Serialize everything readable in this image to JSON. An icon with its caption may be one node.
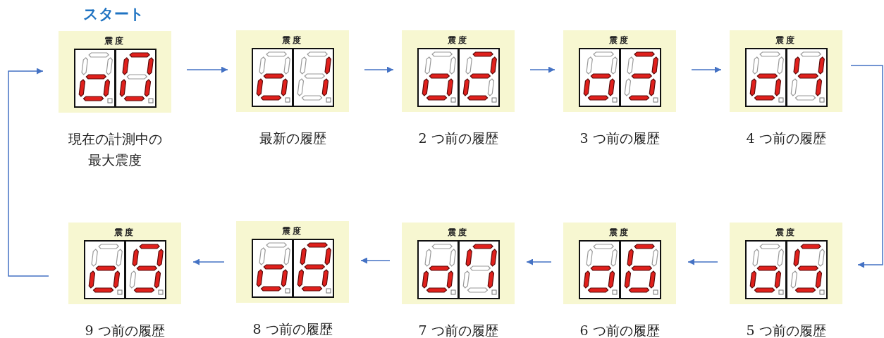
{
  "diagram": {
    "nodes": [
      {
        "text": [
          "震度"
        ],
        "beside": [
          "現在の計測中の最大震度"
        ]
      },
      {
        "text": [
          "震度"
        ],
        "beside": [
          "最新の履歴"
        ]
      },
      {
        "text": [
          "震度"
        ],
        "beside": [
          "2 つ前の履歴"
        ]
      },
      {
        "text": [
          "震度"
        ],
        "beside": [
          "3 つ前の履歴"
        ]
      },
      {
        "text": [
          "震度"
        ],
        "beside": [
          "4 つ前の履歴"
        ]
      },
      {
        "text": [
          "震度"
        ],
        "beside": [
          "5 つ前の履歴"
        ]
      },
      {
        "text": [
          "震度"
        ],
        "beside": [
          "6 つ前の履歴"
        ]
      },
      {
        "text": [
          "震度"
        ],
        "beside": [
          "7 つ前の履歴"
        ]
      },
      {
        "text": [
          "震度"
        ],
        "beside": [
          "8 つ前の履歴"
        ]
      },
      {
        "text": [
          "震度"
        ],
        "beside": [
          "9 つ前の履歴"
        ]
      }
    ],
    "edges": [
      {
        "from": 0,
        "to": 1,
        "arrow": "to"
      },
      {
        "from": 1,
        "to": 2,
        "arrow": "to"
      },
      {
        "from": 2,
        "to": 3,
        "arrow": "to"
      },
      {
        "from": 3,
        "to": 4,
        "arrow": "to"
      },
      {
        "from": 4,
        "to": 5,
        "arrow": "to"
      },
      {
        "from": 5,
        "to": 6,
        "arrow": "to"
      },
      {
        "from": 6,
        "to": 7,
        "arrow": "to"
      },
      {
        "from": 7,
        "to": 8,
        "arrow": "to"
      },
      {
        "from": 8,
        "to": 9,
        "arrow": "to"
      },
      {
        "from": 9,
        "to": 0,
        "arrow": "to"
      }
    ],
    "labels": [
      "スタート"
    ]
  }
}
